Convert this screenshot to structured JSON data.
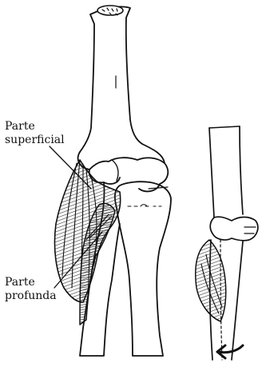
{
  "figure": {
    "labels": {
      "superficial": {
        "line1": "Parte",
        "line2": "superficial"
      },
      "profunda": {
        "line1": "Parte",
        "line2": "profunda"
      }
    },
    "colors": {
      "ink": "#111111",
      "paper": "#ffffff",
      "shading": "#555555"
    }
  }
}
